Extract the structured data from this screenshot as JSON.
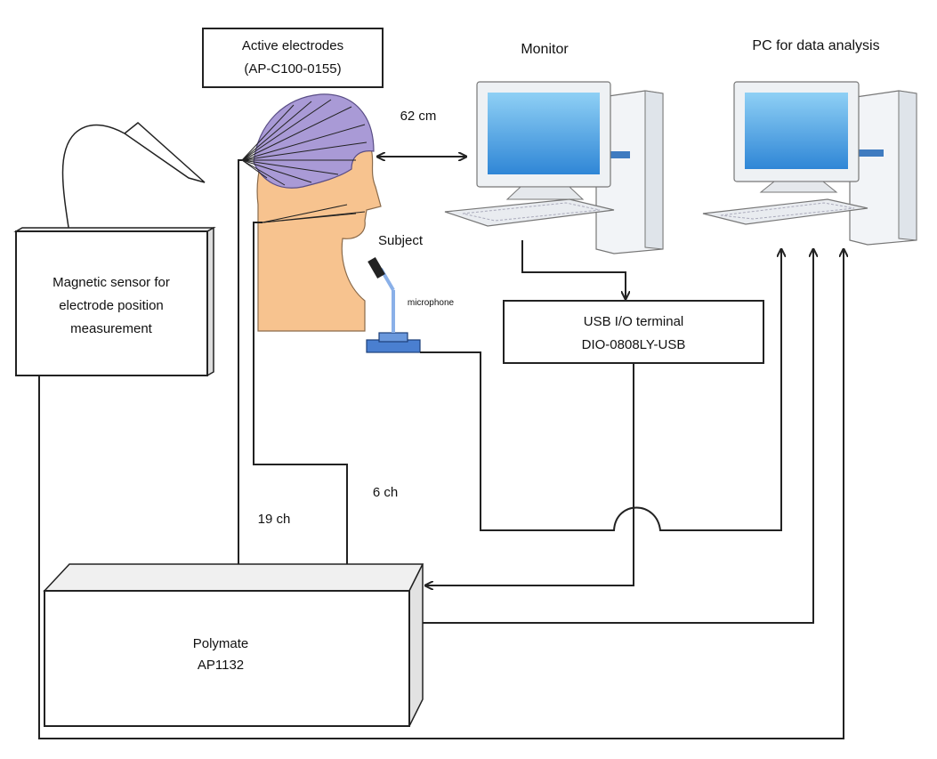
{
  "labels": {
    "active_electrodes_line1": "Active electrodes",
    "active_electrodes_line2": "(AP-C100-0155)",
    "monitor": "Monitor",
    "pc": "PC for data analysis",
    "distance": "62 cm",
    "subject": "Subject",
    "microphone": "microphone",
    "magnetic_line1": "Magnetic sensor for",
    "magnetic_line2": "electrode position",
    "magnetic_line3": "measurement",
    "usb_line1": "USB I/O terminal",
    "usb_line2": "DIO-0808LY-USB",
    "ch19": "19 ch",
    "ch6": "6 ch",
    "polymate_line1": "Polymate",
    "polymate_line2": "AP1132"
  },
  "colors": {
    "line": "#222222",
    "head_skin": "#f7c38f",
    "cap": "#a99ad6",
    "screen": "#3f9be0",
    "mic_blue": "#4a7fd0",
    "box_side": "#e8e8e8",
    "computer_body": "#f2f4f7"
  }
}
